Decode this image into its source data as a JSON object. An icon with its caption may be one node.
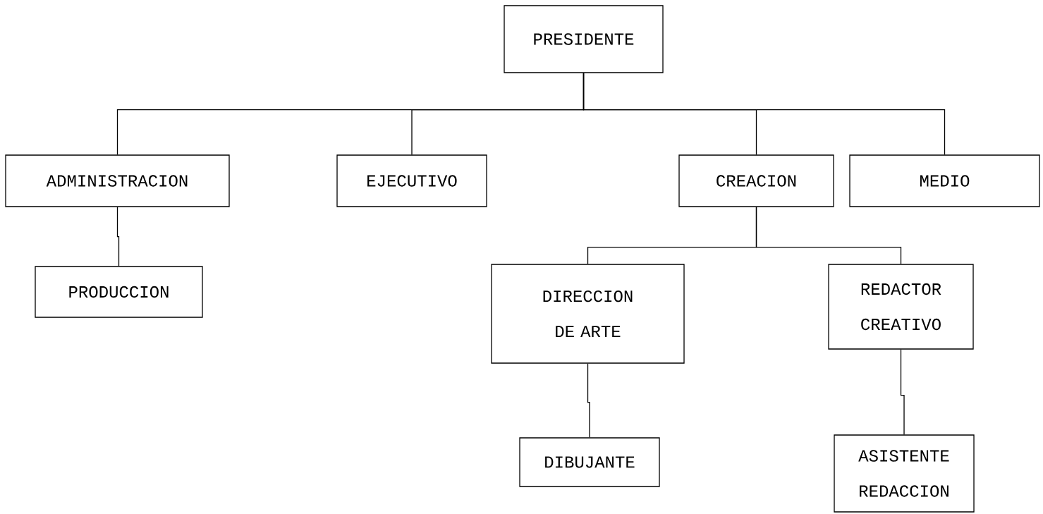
{
  "diagram": {
    "nodes": [
      {
        "text": [
          "PRESIDENTE"
        ]
      },
      {
        "text": [
          "ADMINISTRACION"
        ]
      },
      {
        "text": [
          "EJECUTIVO"
        ]
      },
      {
        "text": [
          "CREACION"
        ]
      },
      {
        "text": [
          "MEDIO"
        ]
      },
      {
        "text": [
          "PRODUCCION"
        ]
      },
      {
        "text": [
          "DIRECCION DE ARTE"
        ]
      },
      {
        "text": [
          "REDACTOR CREATIVO"
        ]
      },
      {
        "text": [
          "DIBUJANTE"
        ]
      },
      {
        "text": [
          "ASISTENTE REDACCION"
        ]
      }
    ],
    "edges": [
      {
        "from": 0,
        "to": 1,
        "arrow": "none"
      },
      {
        "from": 0,
        "to": 2,
        "arrow": "none"
      },
      {
        "from": 0,
        "to": 3,
        "arrow": "none"
      },
      {
        "from": 0,
        "to": 4,
        "arrow": "none"
      },
      {
        "from": 1,
        "to": 5,
        "arrow": "none"
      },
      {
        "from": 3,
        "to": 6,
        "arrow": "none"
      },
      {
        "from": 3,
        "to": 7,
        "arrow": "none"
      },
      {
        "from": 6,
        "to": 8,
        "arrow": "none"
      },
      {
        "from": 7,
        "to": 9,
        "arrow": "none"
      }
    ]
  }
}
